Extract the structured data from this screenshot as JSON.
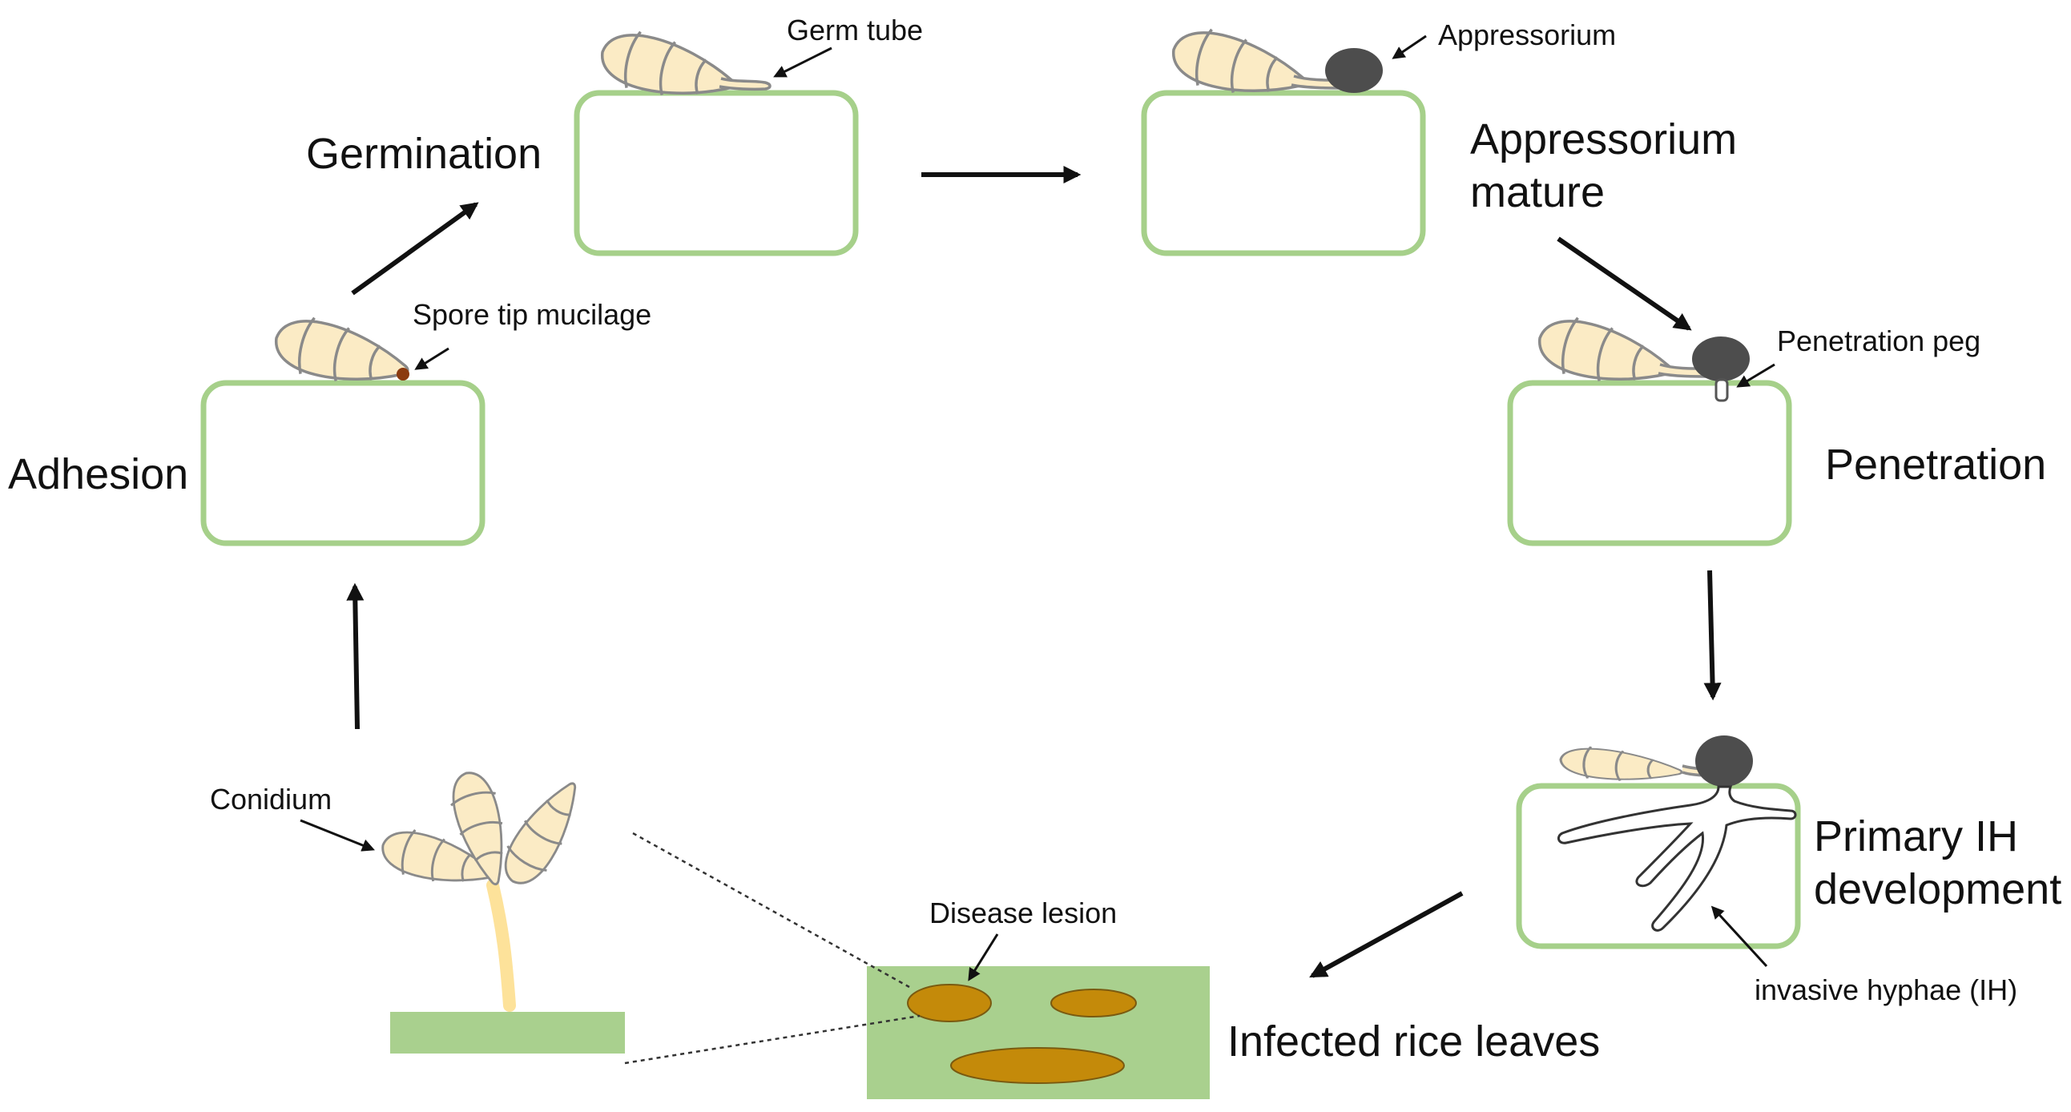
{
  "stages": {
    "germination": "Germination",
    "appressorium_mature": [
      "Appressorium",
      "mature"
    ],
    "adhesion": "Adhesion",
    "penetration": "Penetration",
    "primary_ih": [
      "Primary IH",
      "development"
    ],
    "infected_leaves": "Infected rice leaves"
  },
  "callouts": {
    "germ_tube": "Germ tube",
    "appressorium": "Appressorium",
    "spore_tip_mucilage": "Spore tip mucilage",
    "penetration_peg": "Penetration peg",
    "conidium": "Conidium",
    "disease_lesion": "Disease lesion",
    "invasive_hyphae": "invasive hyphae (IH)"
  },
  "colors": {
    "cell_outline": "#a6d08a",
    "spore_fill": "#fbebc5",
    "appressorium": "#4d4d4d",
    "mucilage": "#8b3a0f",
    "leaf": "#a9d08e",
    "lesion": "#c48a0a",
    "conidiophore": "#fde29a"
  }
}
